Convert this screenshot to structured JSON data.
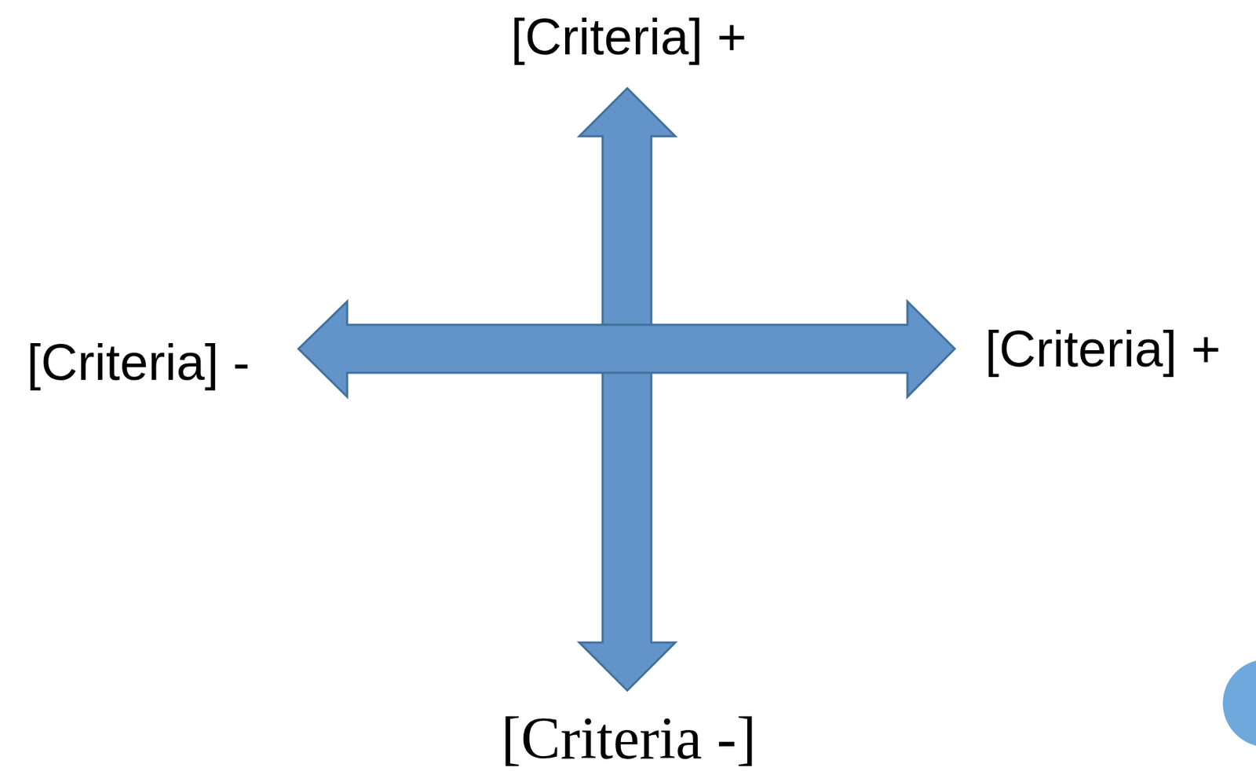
{
  "diagram": {
    "labels": [
      "[Criteria] +",
      "[Criteria] -",
      "[Criteria] +",
      "[Criteria -]"
    ]
  }
}
